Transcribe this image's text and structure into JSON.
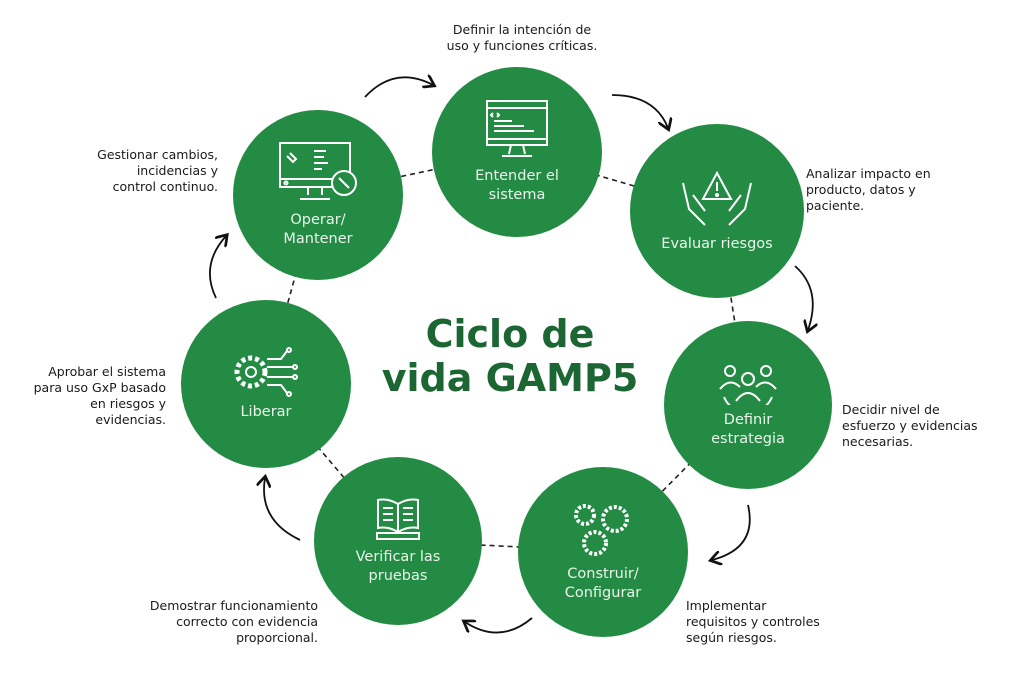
{
  "title": "Ciclo de\nvida GAMP5",
  "colors": {
    "circle": "#238b43",
    "title": "#1b6633",
    "text": "#1a1a1a"
  },
  "stages": [
    {
      "label": "Entender el\nsistema",
      "icon": "code-monitor-icon",
      "note": "Definir la intención de\nuso y funciones críticas."
    },
    {
      "label": "Evaluar riesgos",
      "icon": "hands-warning-icon",
      "note": "Analizar impacto en\nproducto, datos y\npaciente."
    },
    {
      "label": "Definir\nestrategia",
      "icon": "team-icon",
      "note": "Decidir nivel de\nesfuerzo y evidencias\nnecesarias."
    },
    {
      "label": "Construir/\nConfigurar",
      "icon": "gears-icon",
      "note": "Implementar\nrequisitos y controles\nsegún riesgos."
    },
    {
      "label": "Verificar las\npruebas",
      "icon": "book-icon",
      "note": "Demostrar funcionamiento\ncorrecto con evidencia\nproporcional."
    },
    {
      "label": "Liberar",
      "icon": "gear-circuit-icon",
      "note": "Aprobar el sistema\npara uso GxP basado\nen riesgos y\nevidencias."
    },
    {
      "label": "Operar/\nMantener",
      "icon": "monitor-wrench-icon",
      "note": "Gestionar cambios,\nincidencias y\ncontrol continuo."
    }
  ]
}
